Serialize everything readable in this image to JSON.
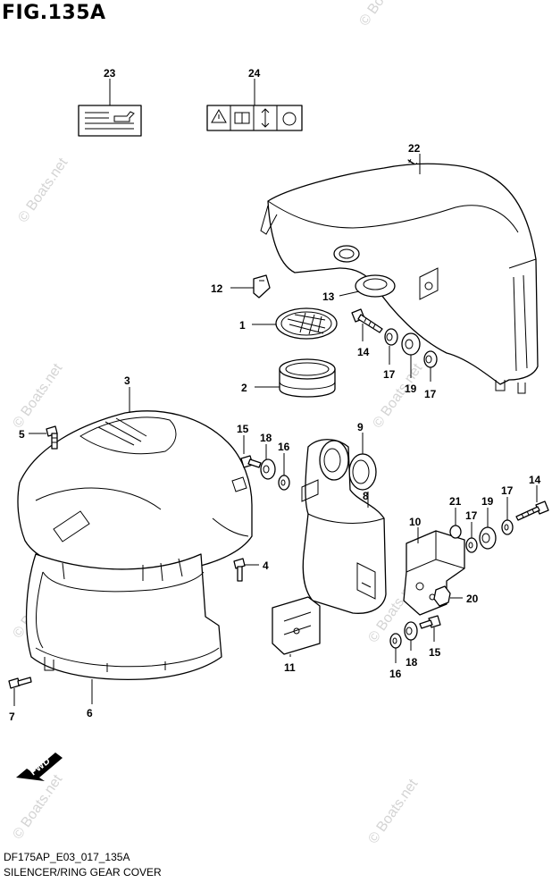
{
  "figure": {
    "title": "FIG.135A",
    "model_code": "DF175AP_E03_017_135A",
    "caption": "SILENCER/RING GEAR COVER"
  },
  "watermark": {
    "text": "© Boats.net",
    "primary_text": "© Boats.net"
  },
  "direction_arrow": {
    "label": "FWD"
  },
  "callouts": {
    "c1": "1",
    "c2": "2",
    "c3": "3",
    "c4": "4",
    "c5": "5",
    "c6": "6",
    "c7": "7",
    "c8": "8",
    "c9": "9",
    "c10": "10",
    "c11": "11",
    "c12": "12",
    "c13": "13",
    "c14a": "14",
    "c14b": "14",
    "c15a": "15",
    "c15b": "15",
    "c16a": "16",
    "c16b": "16",
    "c17a": "17",
    "c17b": "17",
    "c17c": "17",
    "c17d": "17",
    "c18a": "18",
    "c18b": "18",
    "c19a": "19",
    "c19b": "19",
    "c20": "20",
    "c21": "21",
    "c22": "22",
    "c23": "23",
    "c24": "24"
  },
  "icons": [
    "warning-icon",
    "manual-icon",
    "up-down-arrow-icon",
    "oil-can-icon"
  ]
}
